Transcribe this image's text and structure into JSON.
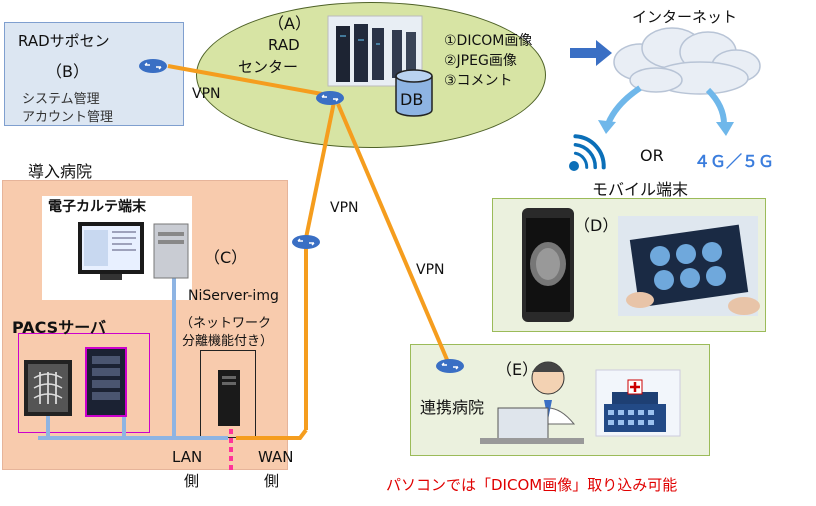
{
  "rad_support": {
    "title": "RADサポセン",
    "label": "（B）",
    "line1": "システム管理",
    "line2": "アカウント管理"
  },
  "rad_center": {
    "label": "（A）",
    "line1": "RAD",
    "line2": "センター",
    "db": "DB",
    "items": [
      "①DICOM画像",
      "②JPEG画像",
      "③コメント"
    ]
  },
  "internet": {
    "label": "インターネット"
  },
  "mobile": {
    "or": "OR",
    "network": "４Ｇ／５Ｇ",
    "label": "モバイル端末",
    "panel_label": "（D）"
  },
  "vpn_labels": [
    "VPN",
    "VPN",
    "VPN"
  ],
  "hospital": {
    "title": "導入病院",
    "ehr": "電子カルテ端末",
    "label": "（C）",
    "niserver": "NiServer-img",
    "niserver_note1": "（ネットワーク",
    "niserver_note2": "分離機能付き）",
    "pacs": "PACSサーバ",
    "lan": "LAN",
    "wan": "WAN",
    "side": "側"
  },
  "partner": {
    "label": "（E）",
    "title": "連携病院"
  },
  "footnote": "パソコンでは「DICOM画像」取り込み可能",
  "colors": {
    "support_bg": "#dce6f2",
    "center_bg": "#d7e4a4",
    "hospital_bg": "#f8cbad",
    "panel_bg": "#ebf1de",
    "vpn_line": "#f59d1e",
    "lan_line": "#8eb4e3",
    "accent_text": "#e00000",
    "network_text": "#3b7ddd"
  }
}
